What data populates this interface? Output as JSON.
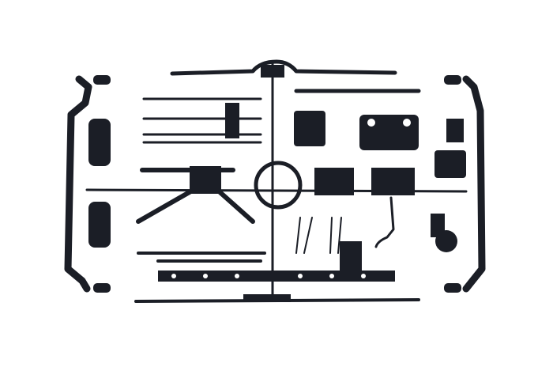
{
  "photo": {
    "background_color": "#ffffff",
    "part_color": "#1b1e26",
    "subject_parts": [
      "left-frame-rail",
      "right-frame-rail",
      "top-runner",
      "bottom-runner",
      "center-runner",
      "steering-wheel",
      "axle-housings",
      "suspension-arms",
      "gearbox-housings",
      "bumper-bars"
    ]
  }
}
